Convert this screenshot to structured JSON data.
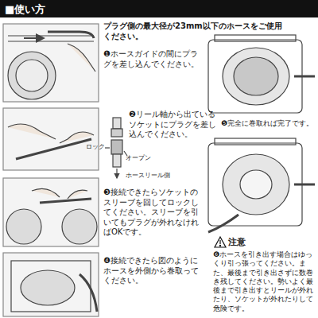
{
  "diagram": {
    "title": "■使い方",
    "labels": [
      "プラグ側の最大径が23mm以下のホースをご使用ください。",
      "❶ホースガイドの間にプラグを差し込んでください。",
      "❷リール軸から出ているソケットにプラグを差し込んでください。",
      "ロック",
      "オープン",
      "ホースリール側",
      "❸接続できたらソケットのスリーブを回してロックしてください。スリーブを引いてもプラグが外れなければOKです。",
      "❹接続できたら図のようにホースを外側から巻取ってください。",
      "❺完全に巻取れば完了です。",
      "注意",
      "❻ホースを引き出す場合はゆっくり引っ張ってください。また、最後まで引き出さずに数巻き残してください。勢いよく最後まで引き出すとリールが外れたり、ソケットが外れたりして危険です。"
    ]
  }
}
